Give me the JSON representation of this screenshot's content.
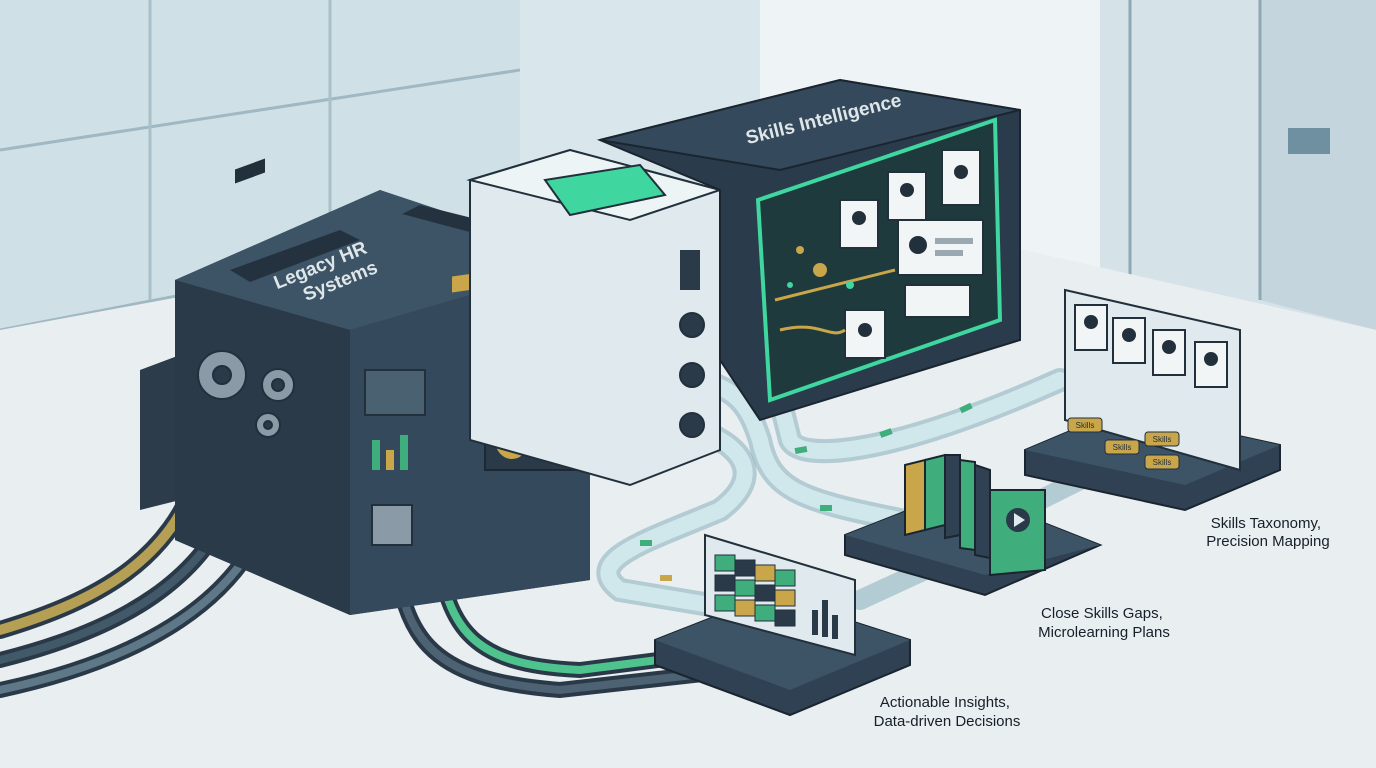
{
  "machines": {
    "legacy": {
      "line1": "Legacy HR",
      "line2": "Systems"
    },
    "skills_intelligence": {
      "title": "Skills Intelligence"
    }
  },
  "captions": {
    "taxonomy": {
      "line1": "Skills Taxonomy,",
      "line2": "Precision Mapping"
    },
    "learning": {
      "line1": "Close Skills Gaps,",
      "line2": "Microlearning Plans"
    },
    "insights": {
      "line1": "Actionable Insights,",
      "line2": "Data-driven Decisions"
    }
  },
  "chip_labels": [
    "Skills",
    "Skills",
    "Skills",
    "Skills"
  ],
  "colors": {
    "machine_dark": "#2f4152",
    "machine_light": "#dfe9ee",
    "screen_glow": "#3fd6a0",
    "accent_gold": "#c9a64a",
    "accent_green": "#3fae7c",
    "pipe": "#bfe3ea"
  }
}
